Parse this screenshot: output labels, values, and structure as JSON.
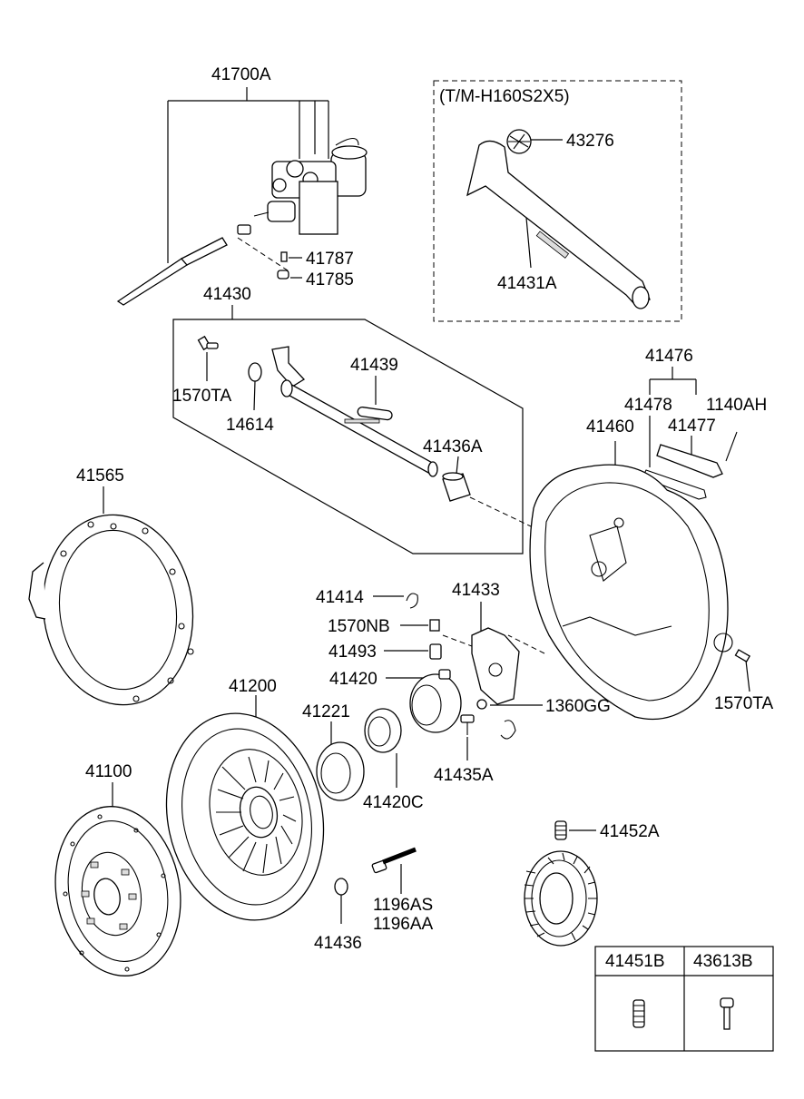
{
  "callouts": {
    "p41700A": "41700A",
    "p41787": "41787",
    "p41785": "41785",
    "tm_note": "(T/M-H160S2X5)",
    "p43276": "43276",
    "p41431A": "41431A",
    "p41430": "41430",
    "p1570TA_a": "1570TA",
    "p14614": "14614",
    "p41439": "41439",
    "p41436A": "41436A",
    "p41476": "41476",
    "p41478": "41478",
    "p41477": "41477",
    "p1140AH": "1140AH",
    "p41460": "41460",
    "p41565": "41565",
    "p41414": "41414",
    "p41433": "41433",
    "p1570NB": "1570NB",
    "p41493": "41493",
    "p41420": "41420",
    "p1360GG": "1360GG",
    "p1570TA_b": "1570TA",
    "p41200": "41200",
    "p41221": "41221",
    "p41420C": "41420C",
    "p41435A": "41435A",
    "p41100": "41100",
    "p41452A": "41452A",
    "p1196AS": "1196AS",
    "p1196AA": "1196AA",
    "p41436": "41436"
  },
  "table": {
    "col1": "41451B",
    "col2": "43613B"
  },
  "icons": [
    "clutch-booster",
    "shift-shaft",
    "clutch-housing",
    "clutch-disc",
    "pressure-plate",
    "release-bearing",
    "release-fork",
    "synchronizer-ring",
    "spring",
    "bolt"
  ]
}
